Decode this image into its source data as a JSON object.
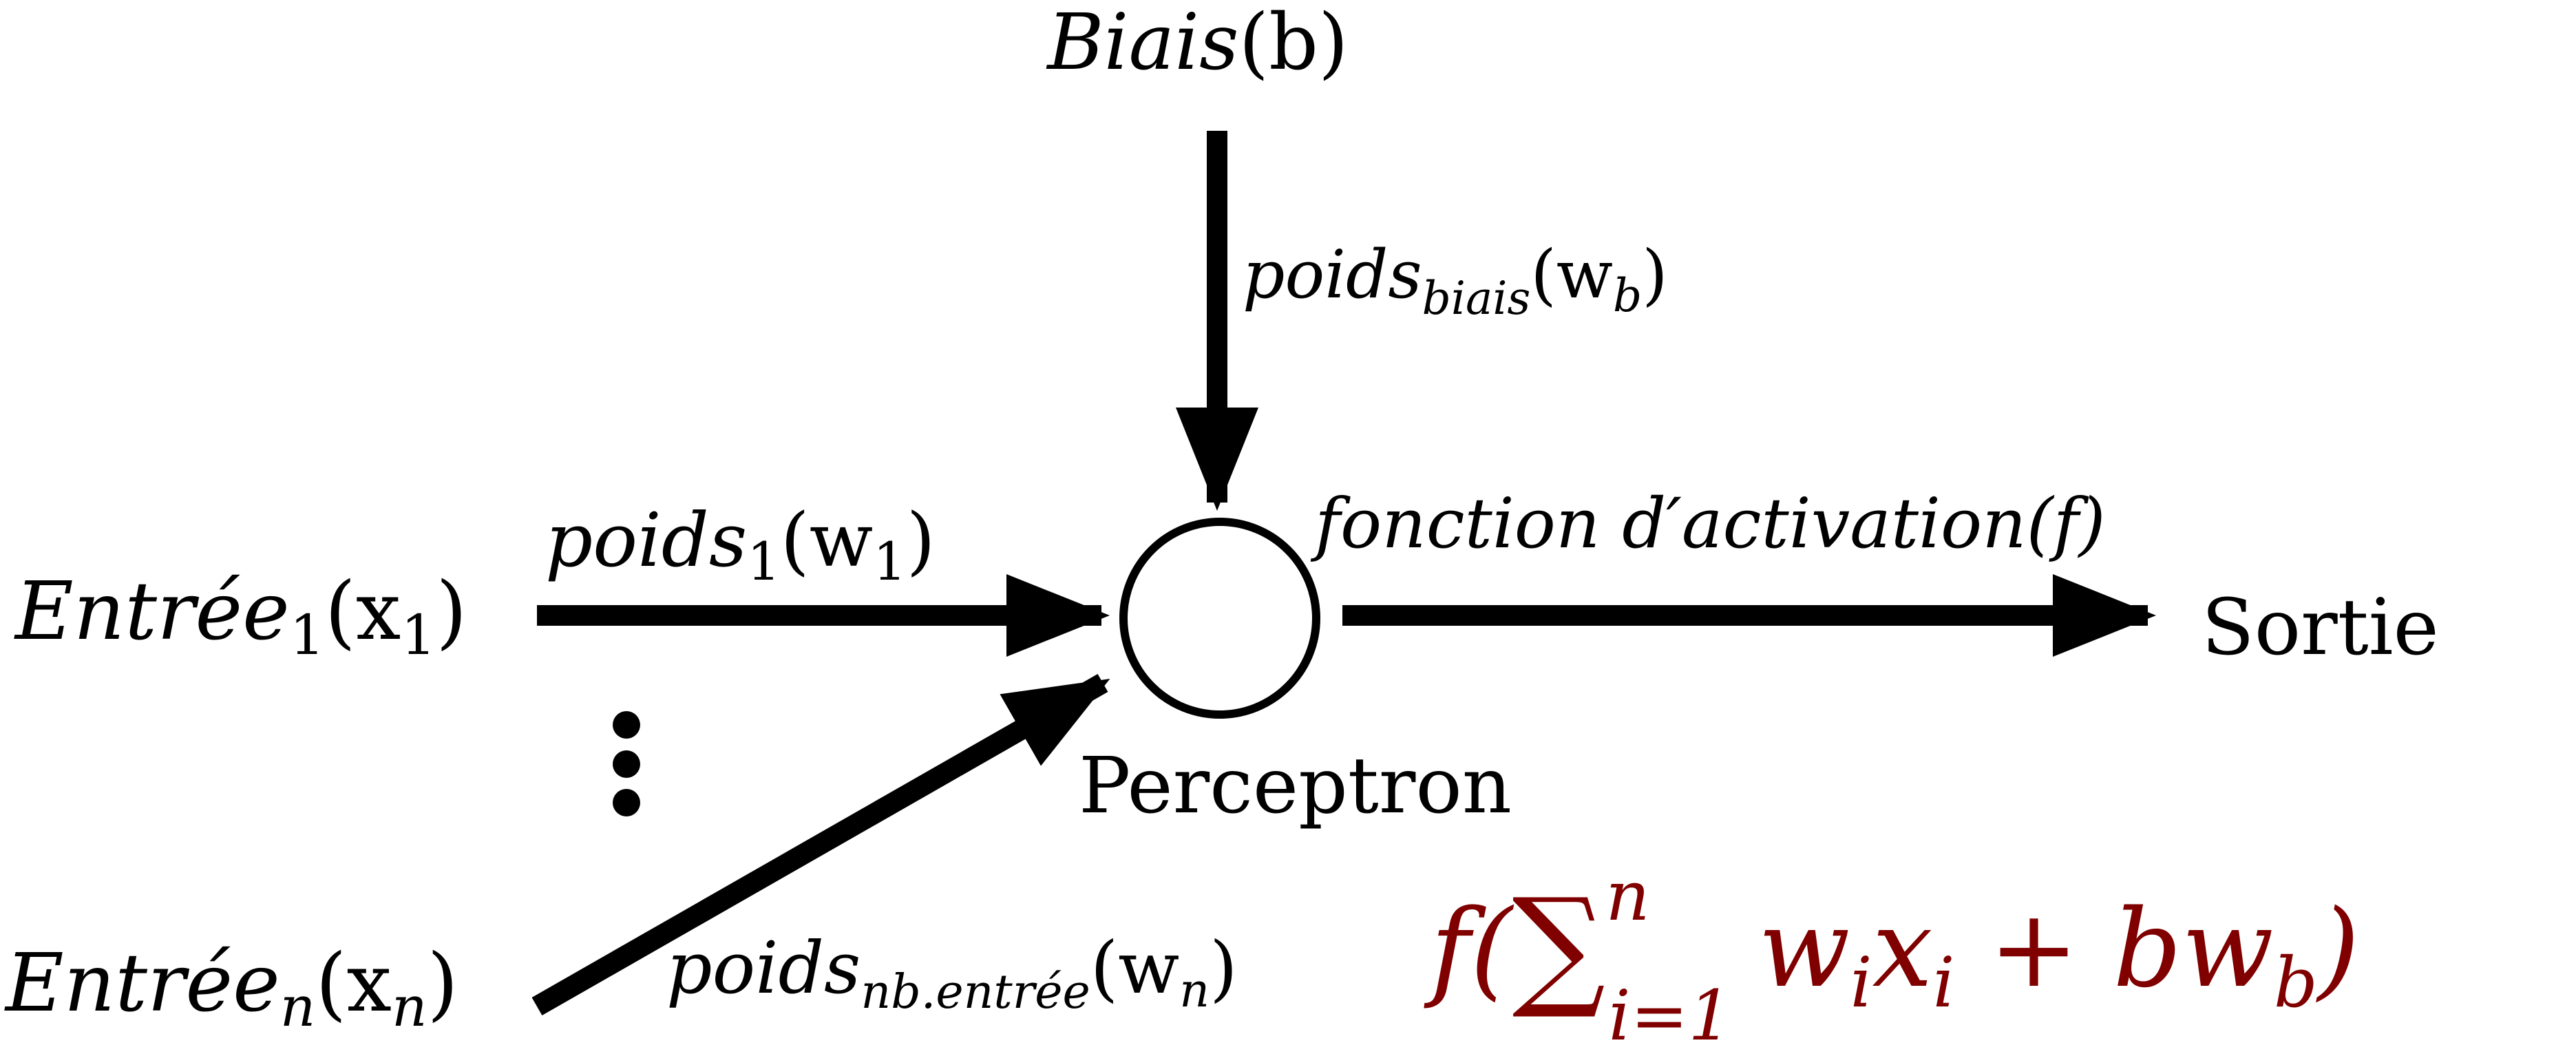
{
  "colors": {
    "ink": "#000000",
    "formula": "#800000",
    "background": "#ffffff"
  },
  "bias": {
    "base": "Biais",
    "arg": "(b)"
  },
  "bias_weight": {
    "base": "poids",
    "sub": "biais",
    "arg_open": "(w",
    "arg_sub": "b",
    "arg_close": ")"
  },
  "input_first": {
    "base": "Entrée",
    "sub": "1",
    "arg_open": "(x",
    "arg_sub": "1",
    "arg_close": ")"
  },
  "weight_first": {
    "base": "poids",
    "sub": "1",
    "arg_open": "(w",
    "arg_sub": "1",
    "arg_close": ")"
  },
  "input_last": {
    "base": "Entrée",
    "sub": "n",
    "arg_open": "(x",
    "arg_sub": "n",
    "arg_close": ")"
  },
  "weight_last": {
    "base": "poids",
    "sub": "nb.entrée",
    "arg_open": "(w",
    "arg_sub": "n",
    "arg_close": ")"
  },
  "activation": {
    "label": "fonction d′activation(f)"
  },
  "output_label": "Sortie",
  "node_label": "Perceptron",
  "formula": {
    "f_open": "f(",
    "sigma": "∑",
    "sum_upper": "n",
    "sum_lower": "i=1",
    "term_w": "w",
    "term_w_sub": "i",
    "term_x": "x",
    "term_x_sub": "i",
    "plus": " + ",
    "bias_term": "bw",
    "bias_sub": "b",
    "close": ")"
  }
}
